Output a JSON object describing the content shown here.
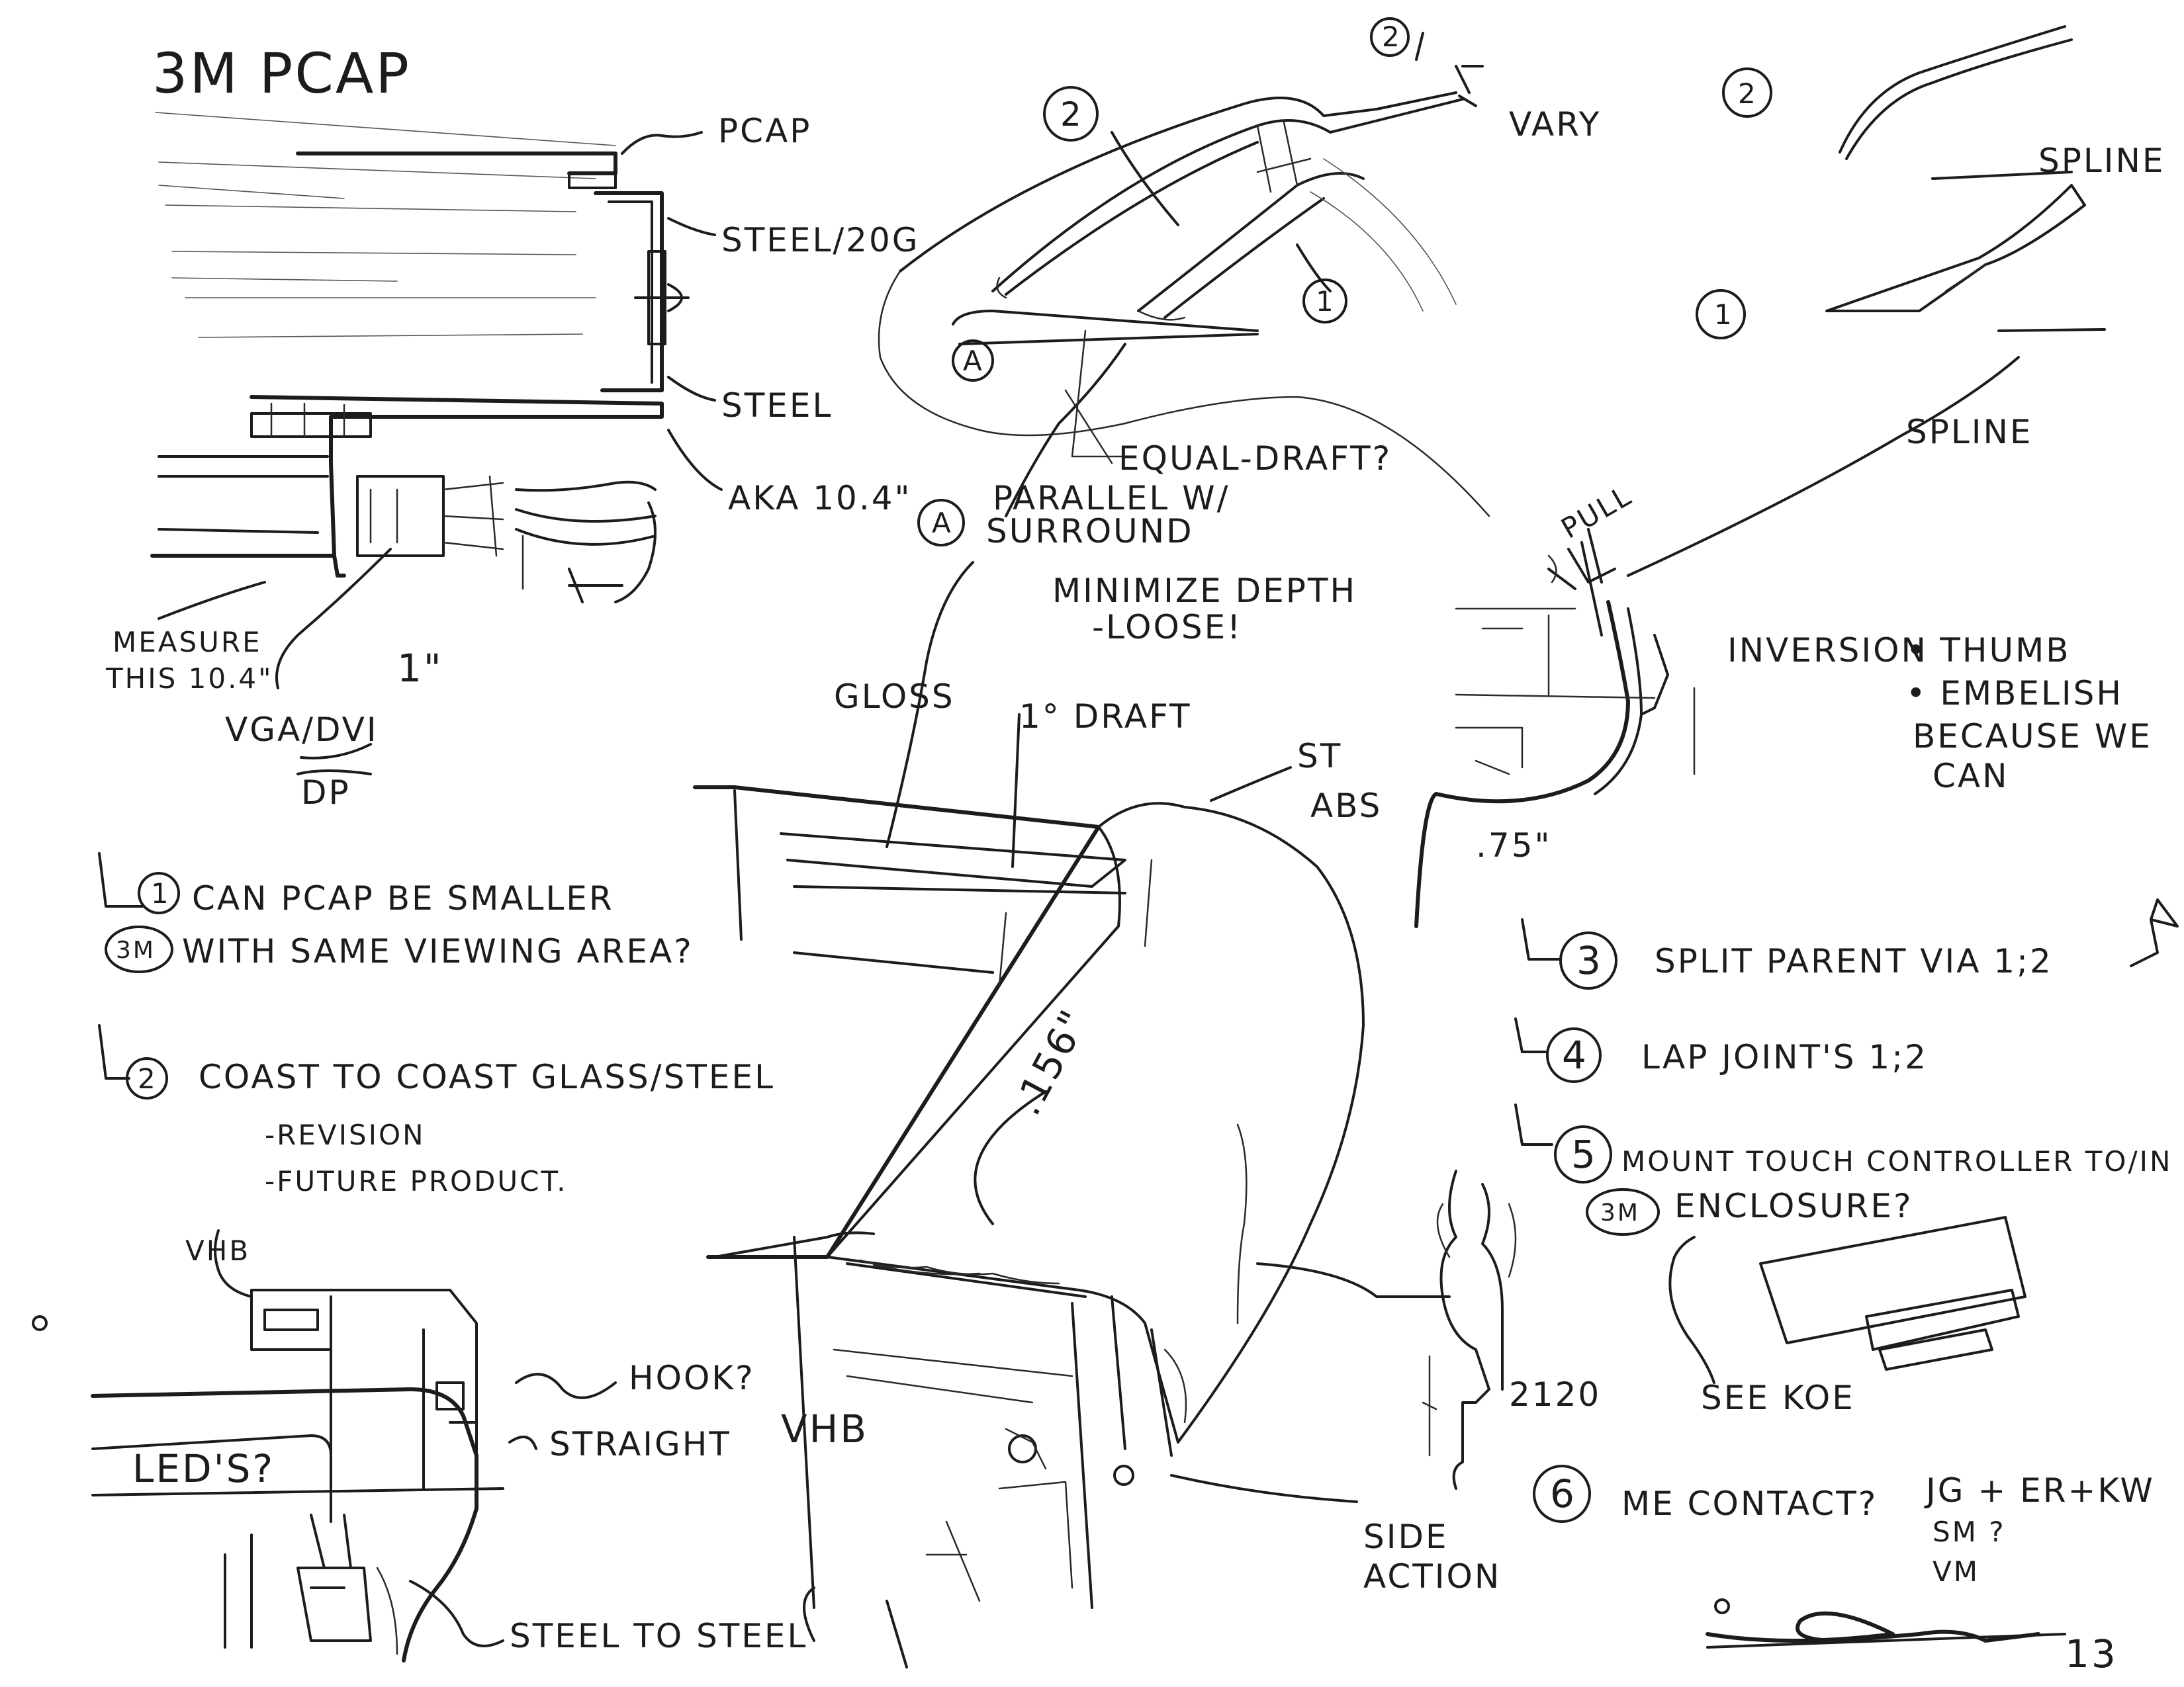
{
  "title": "3M PCAP",
  "callouts": {
    "pcap": "PCAP",
    "steel_20g": "STEEL/20G",
    "steel": "STEEL",
    "aka": "AKA 10.4\"",
    "measure": "MEASURE",
    "this": "THIS 10.4\"",
    "one_inch": "1\"",
    "vga": "VGA/DVI",
    "dp": "DP",
    "circle_2a": "2",
    "circle_2b": "2",
    "circle_1": "1",
    "vary": "VARY",
    "circle_a1": "A",
    "circle_a2": "A",
    "parallel": "PARALLEL W/",
    "surround": "SURROUND",
    "equal": "EQUAL-DRAFT?",
    "spline_1": "SPLINE",
    "spline_2": "SPLINE",
    "pull": "PULL",
    "inversion": "INVERSION",
    "thumb": "• THUMB",
    "embelish": "• EMBELISH",
    "because": "BECAUSE WE",
    "can": "CAN",
    "dim_75": ".75\"",
    "minimize": "MINIMIZE DEPTH",
    "loose": "-LOOSE!",
    "gloss": "GLOSS",
    "draft": "1° DRAFT",
    "st": "ST",
    "abs": "ABS",
    "dim_156": ".156\"",
    "vhb_small": "VHB",
    "hook": "HOOK?",
    "straight": "STRAIGHT",
    "leds": "LED'S?",
    "steel_to_steel": "STEEL TO STEEL",
    "vhb_big": "VHB",
    "side": "SIDE",
    "action": "ACTION",
    "two_120": "2120",
    "see_koe": "SEE KOE",
    "sig_number": "13"
  },
  "notes": {
    "n1_num": "1",
    "n1_badge": "3M",
    "n1_line1": "CAN PCAP BE SMALLER",
    "n1_line2": "WITH SAME VIEWING AREA?",
    "n2_num": "2",
    "n2_line1": "COAST TO COAST GLASS/STEEL",
    "n2_line2": "-REVISION",
    "n2_line3": "-FUTURE PRODUCT.",
    "n3_num": "3",
    "n3_line": "SPLIT PARENT VIA 1;2",
    "n4_num": "4",
    "n4_line": "LAP JOINT'S 1;2",
    "n5_num": "5",
    "n5_badge": "3M",
    "n5_line1": "MOUNT TOUCH CONTROLLER TO/IN",
    "n5_line2": "ENCLOSURE?",
    "n6_num": "6",
    "n6_line1": "ME CONTACT?",
    "n6_line2": "JG + ER+KW",
    "n6_line3": "SM ?",
    "n6_line4": "VM"
  },
  "ink_color": "#1c1c1c"
}
